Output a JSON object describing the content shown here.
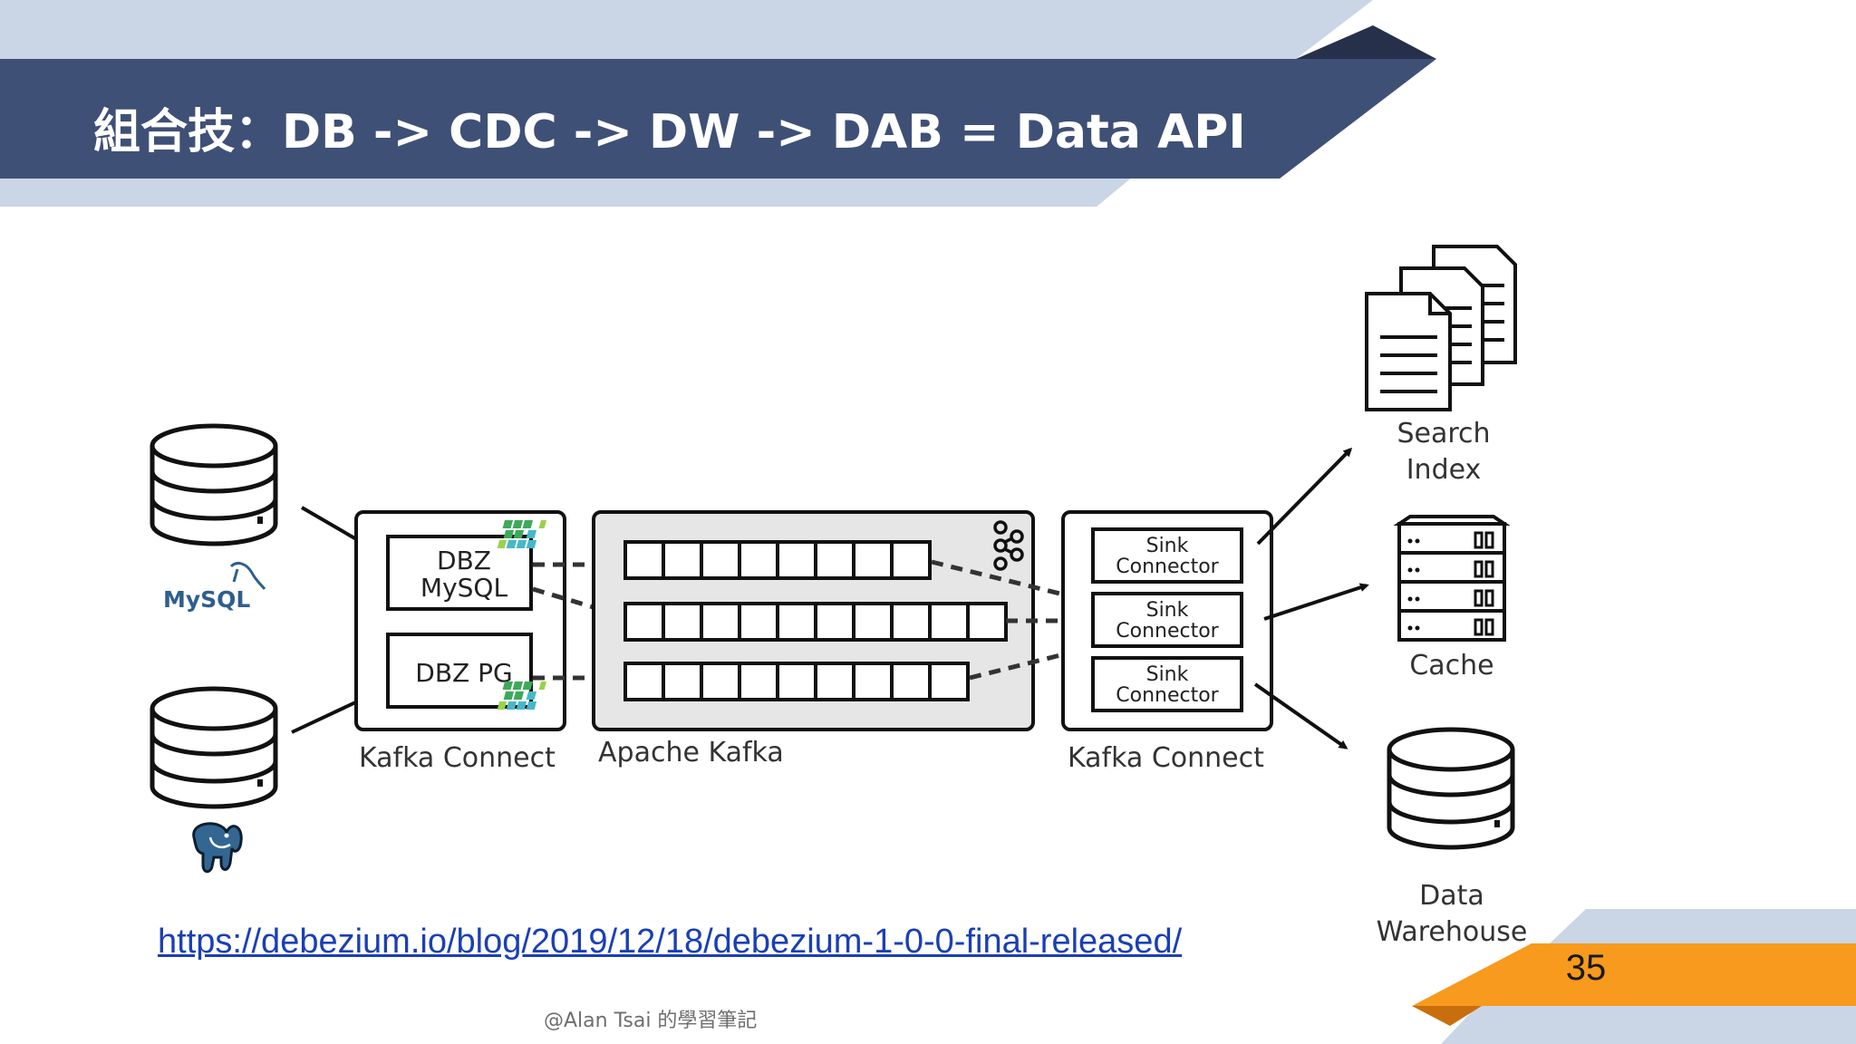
{
  "slide": {
    "title": "組合技：DB -> CDC -> DW -> DAB = Data API",
    "link_text": "https://debezium.io/blog/2019/12/18/debezium-1-0-0-final-released/",
    "footer": "@Alan Tsai 的學習筆記",
    "page_number": "35",
    "colors": {
      "header_navy": "#3f5076",
      "header_light": "#cad5e6",
      "accent_orange": "#f79a1e",
      "link_blue": "#1a3fb5"
    }
  },
  "diagram": {
    "mysql_logo": "MySQL",
    "kafka_connect_source": {
      "label": "Kafka Connect",
      "connectors": [
        "DBZ\nMySQL",
        "DBZ PG"
      ]
    },
    "apache_kafka": {
      "label": "Apache Kafka",
      "topic_cells": [
        8,
        10,
        9
      ]
    },
    "kafka_connect_sink": {
      "label": "Kafka Connect",
      "connectors": [
        "Sink\nConnector",
        "Sink\nConnector",
        "Sink\nConnector"
      ]
    },
    "targets": {
      "search_index": "Search\nIndex",
      "cache": "Cache",
      "data_warehouse": "Data\nWarehouse"
    },
    "icons": [
      "database-icon",
      "mysql-logo-icon",
      "postgres-elephant-icon",
      "debezium-logo-icon",
      "kafka-logo-icon",
      "documents-icon",
      "server-rack-icon"
    ]
  }
}
